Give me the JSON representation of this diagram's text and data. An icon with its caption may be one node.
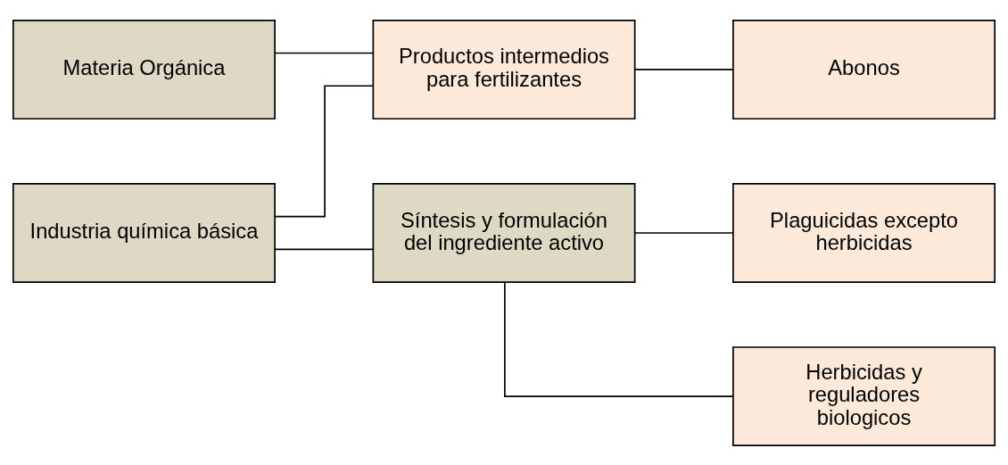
{
  "diagram": {
    "nodes": [
      {
        "text": [
          "Materia Orgánica"
        ]
      },
      {
        "text": [
          "Productos intermedios para fertilizantes"
        ]
      },
      {
        "text": [
          "Abonos"
        ]
      },
      {
        "text": [
          "Industria química básica"
        ]
      },
      {
        "text": [
          "Síntesis y formulación del ingrediente activo"
        ]
      },
      {
        "text": [
          "Plaguicidas excepto herbicidas"
        ]
      },
      {
        "text": [
          "Herbicidas y reguladores biologicos"
        ]
      }
    ],
    "edges": [
      {
        "from": 0,
        "to": 1,
        "arrow": "none"
      },
      {
        "from": 1,
        "to": 2,
        "arrow": "none"
      },
      {
        "from": 3,
        "to": 1,
        "arrow": "none"
      },
      {
        "from": 3,
        "to": 4,
        "arrow": "none"
      },
      {
        "from": 4,
        "to": 5,
        "arrow": "none"
      },
      {
        "from": 4,
        "to": 6,
        "arrow": "none"
      }
    ]
  }
}
